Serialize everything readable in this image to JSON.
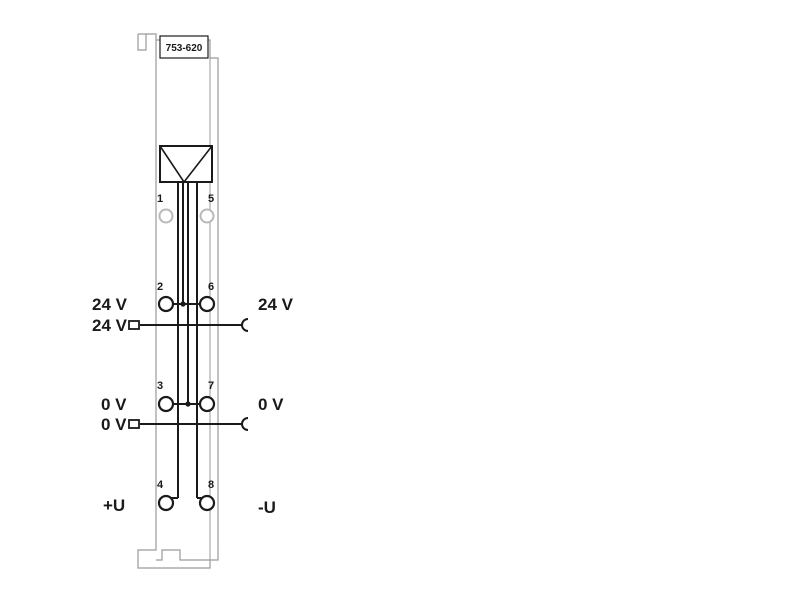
{
  "module": {
    "part_number": "753-620"
  },
  "terminals": [
    {
      "number": "1"
    },
    {
      "number": "5"
    },
    {
      "number": "2"
    },
    {
      "number": "6"
    },
    {
      "number": "3"
    },
    {
      "number": "7"
    },
    {
      "number": "4"
    },
    {
      "number": "8"
    }
  ],
  "labels": {
    "left_24v_terminal": "24 V",
    "left_24v_bus": "24 V",
    "right_24v": "24 V",
    "left_0v_terminal": "0 V",
    "left_0v_bus": "0 V",
    "right_0v": "0 V",
    "plus_u": "+U",
    "minus_u": "-U"
  },
  "colors": {
    "line": "#1a1a1a",
    "housing_outline": "#9a9a9a",
    "disabled_terminal": "#b8b8b8"
  }
}
